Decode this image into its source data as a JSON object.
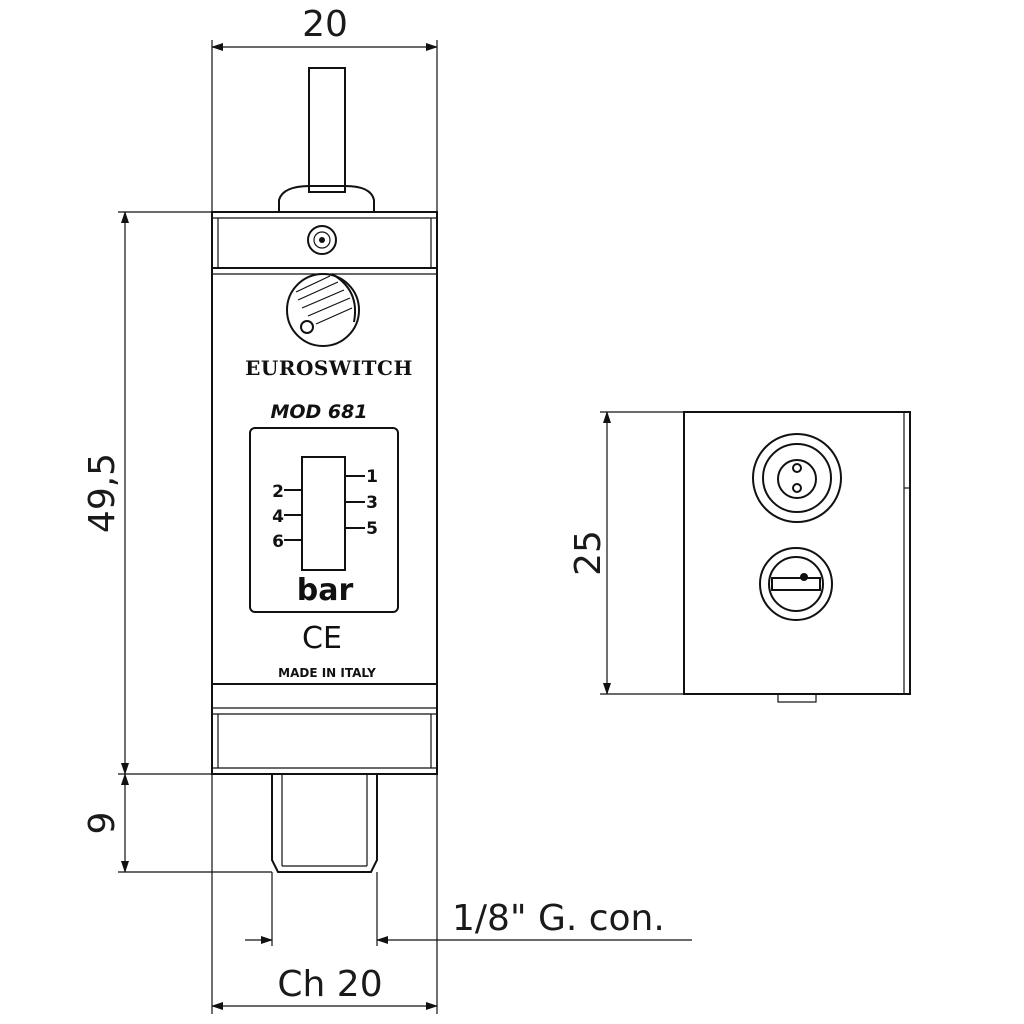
{
  "dimensions": {
    "width_top": "20",
    "height_body": "49,5",
    "height_thread": "9",
    "thread_spec": "1/8\" G. con.",
    "hex_size": "Ch 20",
    "side_height": "25"
  },
  "device": {
    "brand": "EUROSWITCH",
    "model": "MOD 681",
    "unit": "bar",
    "cert_mark": "CE",
    "origin": "MADE IN ITALY",
    "scale_left": [
      "2",
      "4",
      "6"
    ],
    "scale_right": [
      "1",
      "3",
      "5"
    ]
  }
}
